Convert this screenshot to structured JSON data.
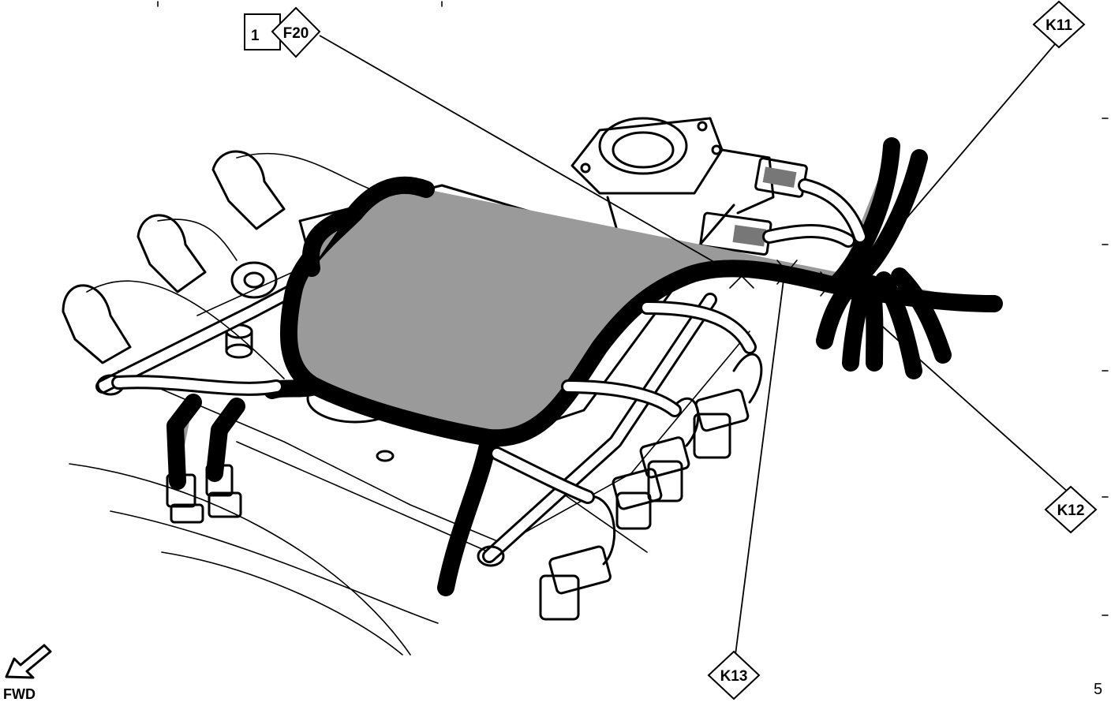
{
  "callouts": {
    "f20_index": "1",
    "f20": "F20",
    "k11": "K11",
    "k12": "K12",
    "k13": "K13"
  },
  "direction": {
    "label": "FWD"
  },
  "page_marker": "5"
}
